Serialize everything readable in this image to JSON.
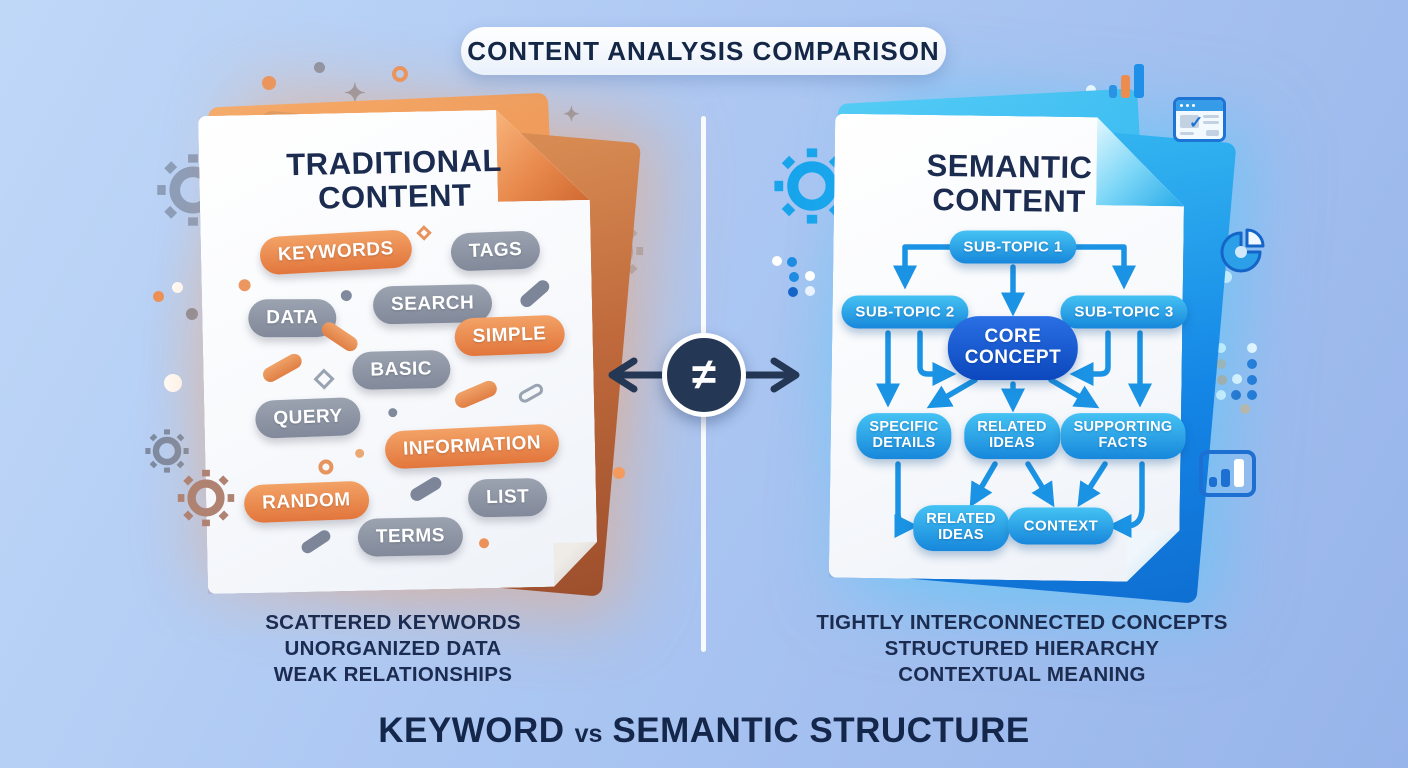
{
  "banner": {
    "title": "CONTENT ANALYSIS COMPARISON"
  },
  "left": {
    "title_line1": "TRADITIONAL",
    "title_line2": "CONTENT",
    "pills": [
      {
        "label": "KEYWORDS",
        "style": "orange"
      },
      {
        "label": "TAGS",
        "style": "gray"
      },
      {
        "label": "DATA",
        "style": "gray"
      },
      {
        "label": "SEARCH",
        "style": "gray"
      },
      {
        "label": "SIMPLE",
        "style": "orange"
      },
      {
        "label": "BASIC",
        "style": "gray"
      },
      {
        "label": "QUERY",
        "style": "gray"
      },
      {
        "label": "INFORMATION",
        "style": "orange"
      },
      {
        "label": "RANDOM",
        "style": "orange"
      },
      {
        "label": "LIST",
        "style": "gray"
      },
      {
        "label": "TERMS",
        "style": "gray"
      }
    ],
    "captions": [
      "SCATTERED KEYWORDS",
      "UNORGANIZED DATA",
      "WEAK RELATIONSHIPS"
    ]
  },
  "center": {
    "not_equal": "≠"
  },
  "right": {
    "title_line1": "SEMANTIC",
    "title_line2": "CONTENT",
    "flow": {
      "sub1": "SUB-TOPIC 1",
      "sub2": "SUB-TOPIC 2",
      "sub3": "SUB-TOPIC 3",
      "core_l1": "CORE",
      "core_l2": "CONCEPT",
      "specific_l1": "SPECIFIC",
      "specific_l2": "DETAILS",
      "related_l1": "RELATED",
      "related_l2": "IDEAS",
      "supporting_l1": "SUPPORTING",
      "supporting_l2": "FACTS",
      "related2_l1": "RELATED",
      "related2_l2": "IDEAS",
      "context": "CONTEXT"
    },
    "captions": [
      "TIGHTLY INTERCONNECTED CONCEPTS",
      "STRUCTURED HIERARCHY",
      "CONTEXTUAL MEANING"
    ]
  },
  "footer": {
    "part1": "KEYWORD",
    "vs": "vs",
    "part2": "SEMANTIC STRUCTURE"
  },
  "icons": {
    "sparkle": "✦",
    "check": "✓",
    "not_equal": "≠"
  },
  "colors": {
    "background": "#AEC9F3",
    "navy": "#1B2C50",
    "orange": "#E8823F",
    "gray_pill": "#8D94A2",
    "blue": "#1D96E8",
    "core_blue": "#0F52C6",
    "cyan": "#35BDF0",
    "white": "#FFFFFF"
  }
}
